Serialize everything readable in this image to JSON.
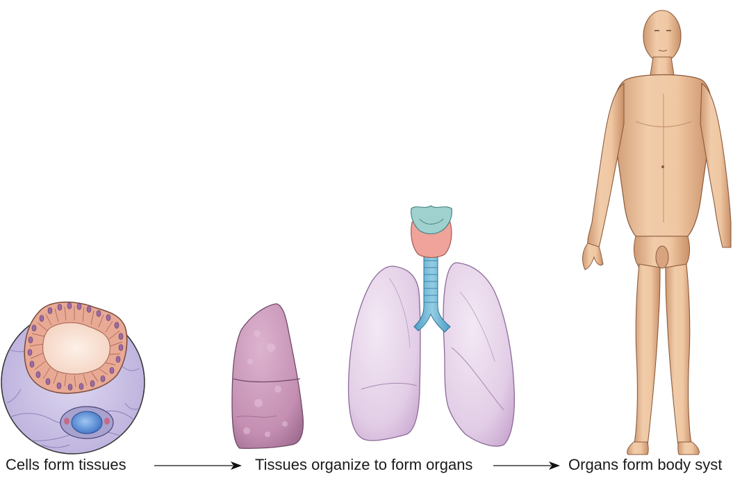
{
  "figure": {
    "stages": [
      {
        "id": "cells",
        "caption": "Cells form tissues",
        "illustration": "tissue-cross-section"
      },
      {
        "id": "organs",
        "caption": "Tissues organize to form organs",
        "illustration": "lungs-and-trachea"
      },
      {
        "id": "systems",
        "caption": "Organs form body syst",
        "illustration": "human-body"
      }
    ],
    "arrows": [
      "arrow-cells-to-organs",
      "arrow-organs-to-systems"
    ]
  },
  "colors": {
    "tissue_lumen": "#f9e3d6",
    "tissue_cells": "#e8a995",
    "cell_nuclei": "#9d6aa4",
    "connective_tissue": "#c7bde3",
    "lung": "#e6d3ea",
    "single_lung": "#c897b8",
    "trachea": "#74bcd9",
    "larynx": "#efa39a",
    "thyroid_cartilage": "#9fd1cf",
    "skin": "#e9bb94"
  }
}
